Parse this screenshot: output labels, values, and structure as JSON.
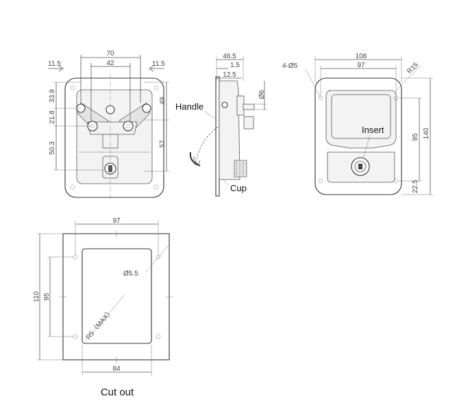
{
  "front_view": {
    "dims": {
      "offset_left": "11.5",
      "offset_right": "11.5",
      "handle_span": "70",
      "pivot_span": "42",
      "upper_height": "33.9",
      "pivot_gap": "21.8",
      "lower_height": "50.3",
      "right_upper": "49",
      "right_lower": "57"
    }
  },
  "side_view": {
    "dims": {
      "depth": "46.5",
      "flange": "1.5",
      "offset": "12.5",
      "shaft": "6"
    },
    "labels": {
      "handle": "Handle",
      "cup": "Cup"
    }
  },
  "rear_view": {
    "dims": {
      "width": "108",
      "hole_span": "97",
      "holes": "4-",
      "hole_dia": "5",
      "corner_radius": "R15",
      "hole_height": "95",
      "height": "140",
      "bottom_offset": "22.5"
    },
    "labels": {
      "insert": "Insert"
    }
  },
  "cutout": {
    "dims": {
      "hole_span": "97",
      "hole_dia": "5.5",
      "height": "110",
      "hole_height": "95",
      "radius": "R5（MAX）",
      "opening_width": "84"
    },
    "caption": "Cut out"
  },
  "diameter_symbol": "Ø"
}
